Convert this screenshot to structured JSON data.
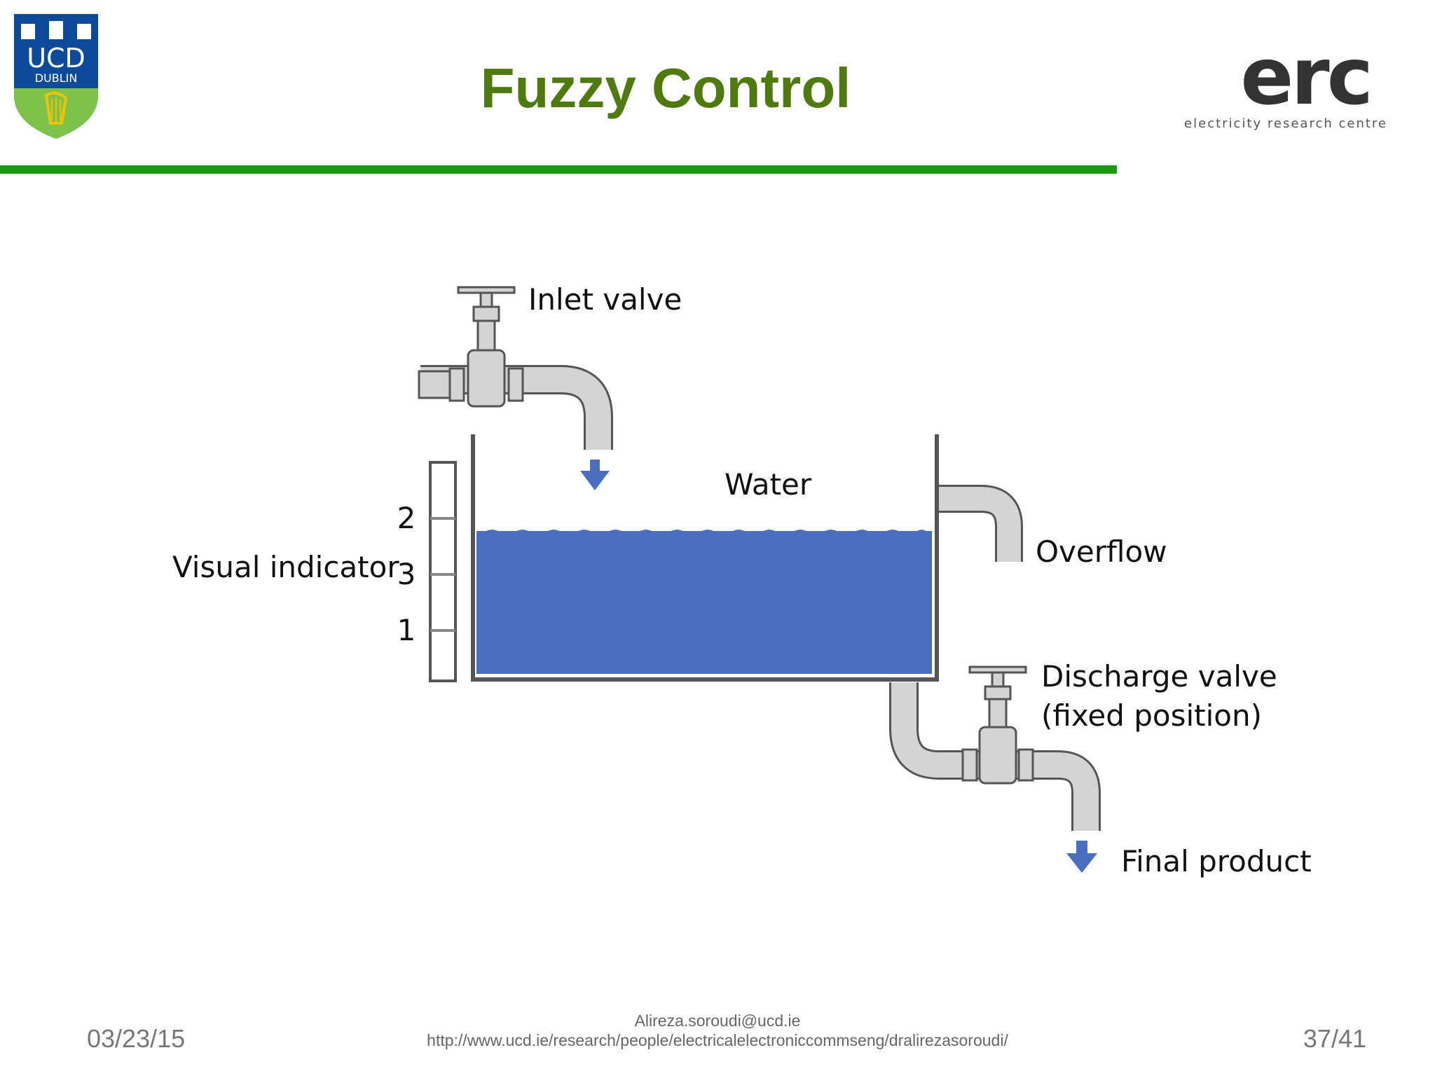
{
  "header": {
    "title": "Fuzzy Control",
    "ucd_logo": {
      "line1": "UCD",
      "line2": "DUBLIN"
    },
    "erc_logo": {
      "mark": "erc",
      "subtitle": "electricity research centre"
    }
  },
  "diagram": {
    "labels": {
      "inlet_valve": "Inlet valve",
      "water": "Water",
      "overflow": "Overflow",
      "visual_indicator": "Visual indicator",
      "discharge_valve_line1": "Discharge valve",
      "discharge_valve_line2": "(fixed position)",
      "final_product": "Final product"
    },
    "indicator_marks": [
      "2",
      "3",
      "1"
    ]
  },
  "footer": {
    "date": "03/23/15",
    "email": "Alireza.soroudi@ucd.ie",
    "url": "http://www.ucd.ie/research/people/electricalelectroniccommseng/dralirezasoroudi/",
    "page": "37/41"
  },
  "colors": {
    "title": "#4e7a10",
    "rule": "#1a9a12",
    "water": "#4a6fbe",
    "pipe": "#d4d4d4"
  }
}
